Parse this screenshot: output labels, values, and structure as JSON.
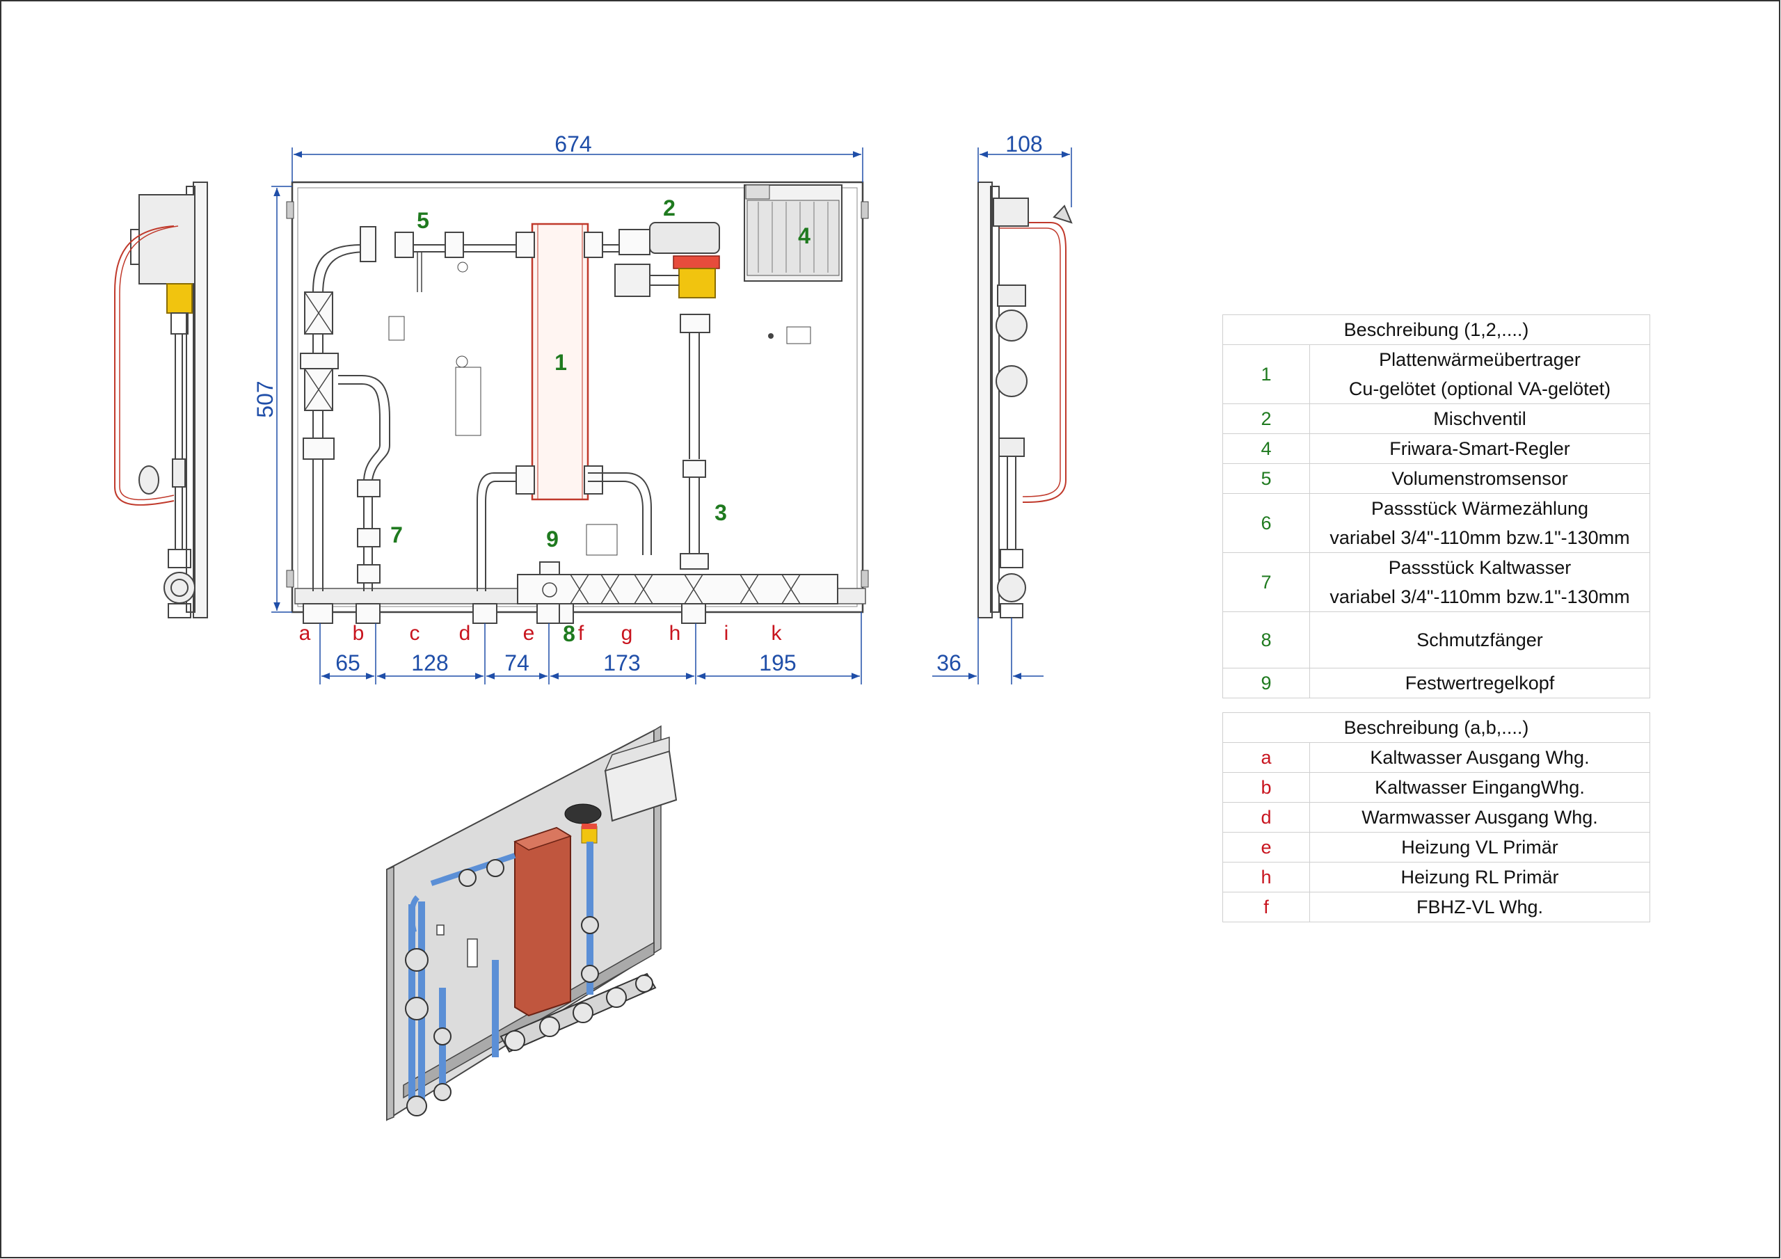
{
  "dimensions": {
    "width": "674",
    "height": "507",
    "depth": "108",
    "offset": "36",
    "spacing": [
      "65",
      "128",
      "74",
      "173",
      "195"
    ]
  },
  "connections": [
    "a",
    "b",
    "c",
    "d",
    "e",
    "f",
    "g",
    "h",
    "i",
    "k"
  ],
  "part_numbers": [
    "1",
    "2",
    "3",
    "4",
    "5",
    "7",
    "8",
    "9"
  ],
  "table_parts": {
    "header": "Beschreibung (1,2,....)",
    "rows": [
      {
        "key": "1",
        "line1": "Plattenwärmeübertrager",
        "line2": "Cu-gelötet (optional VA-gelötet)"
      },
      {
        "key": "2",
        "line1": "Mischventil",
        "line2": ""
      },
      {
        "key": "4",
        "line1": "Friwara-Smart-Regler",
        "line2": ""
      },
      {
        "key": "5",
        "line1": "Volumenstromsensor",
        "line2": ""
      },
      {
        "key": "6",
        "line1": "Passstück Wärmezählung",
        "line2": "variabel 3/4\"-110mm bzw.1\"-130mm"
      },
      {
        "key": "7",
        "line1": "Passstück Kaltwasser",
        "line2": "variabel 3/4\"-110mm bzw.1\"-130mm"
      },
      {
        "key": "8",
        "line1": "Schmutzfänger",
        "line2": ""
      },
      {
        "key": "9",
        "line1": "Festwertregelkopf",
        "line2": ""
      }
    ]
  },
  "table_connections": {
    "header": "Beschreibung (a,b,....)",
    "rows": [
      {
        "key": "a",
        "text": "Kaltwasser Ausgang Whg."
      },
      {
        "key": "b",
        "text": "Kaltwasser EingangWhg."
      },
      {
        "key": "d",
        "text": "Warmwasser Ausgang Whg."
      },
      {
        "key": "e",
        "text": "Heizung VL Primär"
      },
      {
        "key": "h",
        "text": "Heizung RL Primär"
      },
      {
        "key": "f",
        "text": "FBHZ-VL Whg."
      }
    ]
  },
  "colors": {
    "dimension": "#1f4ea8",
    "connection": "#c8141e",
    "part": "#1f7a1f",
    "exchanger": "#c0392b",
    "pipe_blue": "#5b8fd6"
  }
}
